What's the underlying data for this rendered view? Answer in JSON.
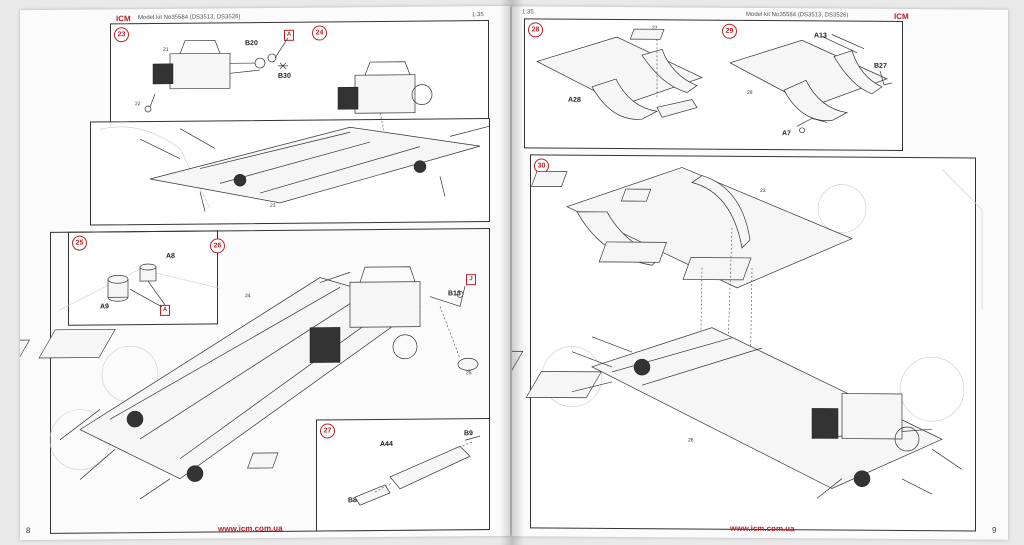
{
  "header": {
    "left_logo": "ICM",
    "left_model": "Model kit No35584 (DS3513, DS3526)",
    "left_scale": "1:35",
    "right_scale": "1:35",
    "right_model": "Model kit No35584 (DS3513, DS3526)",
    "right_logo": "ICM"
  },
  "steps": {
    "s23": {
      "num": "23",
      "parts": [
        "B20",
        "B30",
        "21",
        "22"
      ],
      "ref": "A"
    },
    "s24": {
      "num": "24",
      "parts": [
        "23"
      ]
    },
    "s25": {
      "num": "25",
      "parts": [
        "A8",
        "A9"
      ],
      "ref": "A"
    },
    "s26": {
      "num": "26",
      "parts": [
        "24",
        "B13",
        "25"
      ],
      "ref": "J"
    },
    "s27": {
      "num": "27",
      "parts": [
        "A44",
        "B9",
        "B8"
      ]
    },
    "s28": {
      "num": "28",
      "parts": [
        "27",
        "A28"
      ]
    },
    "s29": {
      "num": "29",
      "parts": [
        "A13",
        "B27",
        "28",
        "A7"
      ]
    },
    "s30": {
      "num": "30",
      "parts": [
        "23",
        "26"
      ]
    }
  },
  "footer": {
    "left_url": "www.icm.com.ua",
    "right_url": "www.icm.com.ua",
    "left_page": "8",
    "right_page": "9"
  },
  "colors": {
    "accent": "#b0252b",
    "ink": "#333333",
    "paper": "#fbfbfb"
  }
}
